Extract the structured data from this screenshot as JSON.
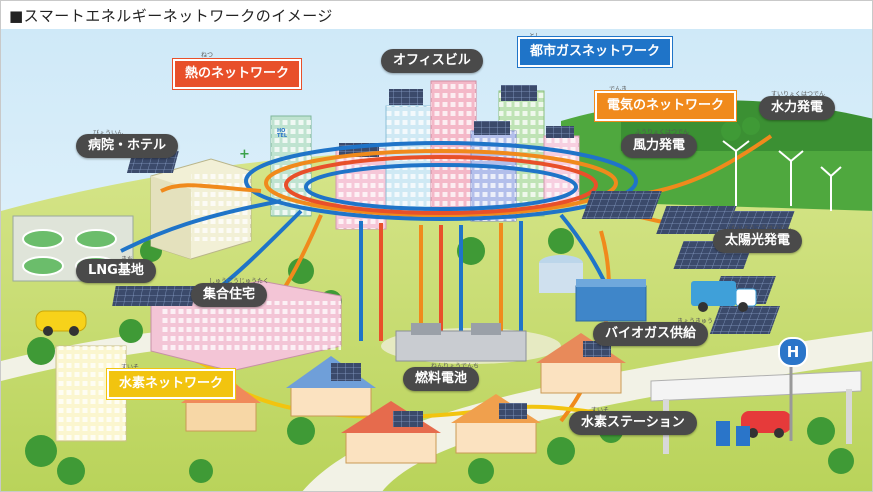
{
  "title": "■スマートエネルギーネットワークのイメージ",
  "colors": {
    "heat_network": "#e8502a",
    "gas_network": "#1f74c8",
    "electric_network": "#f08a1c",
    "hydrogen_network": "#f2c40f",
    "label_bg": "#4a4a4a",
    "sky": "#dff1fb",
    "ground": "#c8dc6a"
  },
  "networks": {
    "heat": "熱のネットワーク",
    "heat_ruby": "ねつ",
    "gas": "都市ガスネットワーク",
    "gas_ruby": "とし",
    "electric": "電気のネットワーク",
    "electric_ruby": "でんき",
    "hydrogen": "水素ネットワーク",
    "hydrogen_ruby": "すいそ"
  },
  "facilities": {
    "office": "オフィスビル",
    "hospital": "病院・ホテル",
    "hospital_ruby": "びょういん",
    "lng": "LNG基地",
    "lng_ruby": "きち",
    "housing": "集合住宅",
    "housing_ruby": "しゅうごうじゅうたく",
    "fuel_cell": "燃料電池",
    "fuel_cell_ruby": "ねんりょうでんち",
    "wind": "風力発電",
    "wind_ruby": "ふうりょくはつでん",
    "hydro": "水力発電",
    "hydro_ruby": "すいりょくはつでん",
    "solar": "太陽光発電",
    "solar_ruby": "たいようこうはつでん",
    "biogas": "バイオガス供給",
    "biogas_ruby": "きょうきゅう",
    "h2_station": "水素ステーション",
    "h2_station_ruby": "すいそ"
  },
  "icons": {
    "hydrogen_sign": "H",
    "hotel_sign": "HOTEL",
    "hospital_cross": "+"
  }
}
